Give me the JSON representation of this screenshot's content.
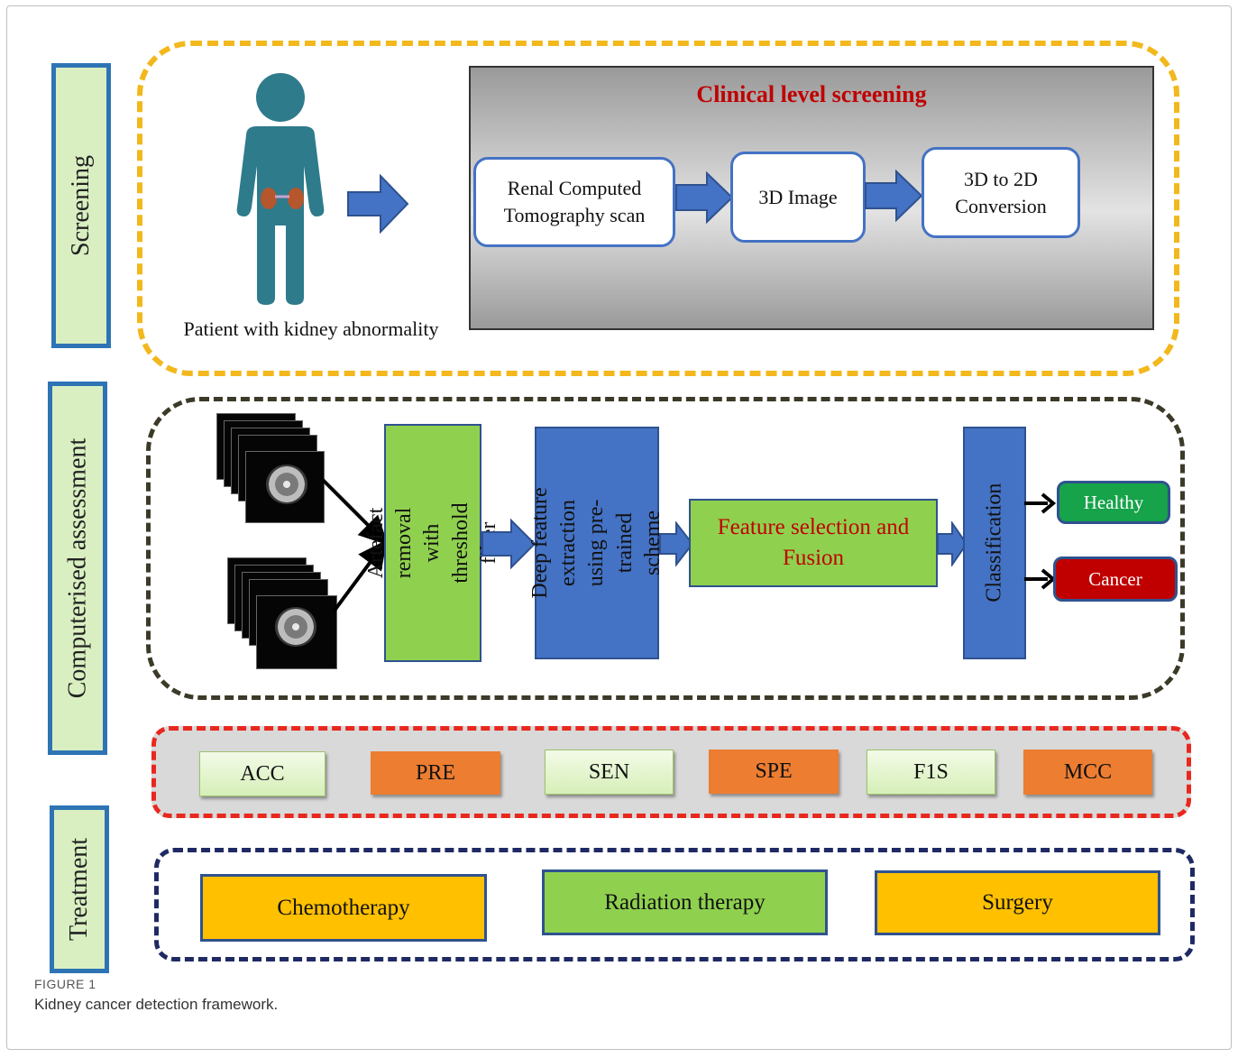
{
  "side_labels": {
    "screening": "Screening",
    "computerised": "Computerised assessment",
    "treatment": "Treatment"
  },
  "screening": {
    "patient_caption": "Patient with kidney abnormality",
    "clinical_title": "Clinical level screening",
    "steps": [
      "Renal Computed Tomography scan",
      "3D Image",
      "3D to 2D Conversion"
    ]
  },
  "assessment": {
    "artefact": "Artefact removal with threshold filter",
    "deep_feature": "Deep feature extraction using pre-trained scheme",
    "feature_selection": "Feature selection and Fusion",
    "classification": "Classification",
    "outputs": {
      "healthy": "Healthy",
      "cancer": "Cancer"
    }
  },
  "metrics": [
    "ACC",
    "PRE",
    "SEN",
    "SPE",
    "F1S",
    "MCC"
  ],
  "treatments": [
    "Chemotherapy",
    "Radiation therapy",
    "Surgery"
  ],
  "caption": {
    "label": "FIGURE 1",
    "text": "Kidney cancer detection framework."
  },
  "colors": {
    "screening_border": "#f2b81c",
    "assessment_border": "#3c3a28",
    "metrics_border": "#e8281e",
    "treatment_border": "#1f2a64",
    "side_border": "#2e74b5",
    "green_box": "#8fd14f",
    "blue_box": "#4472c4",
    "red_text": "#c00000",
    "healthy": "#16a34a",
    "cancer": "#c00000",
    "orange_metric": "#ed7d31",
    "gold": "#ffc000"
  },
  "icons": [
    "person-silhouette-icon",
    "kidney-icon",
    "ct-scan-stack-icon",
    "block-arrow-icon"
  ]
}
